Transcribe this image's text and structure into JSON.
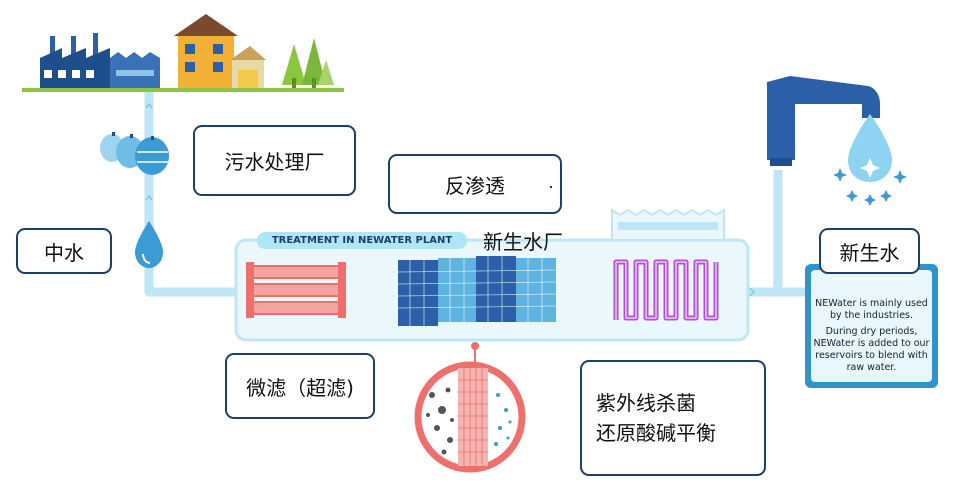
{
  "labels": {
    "sewage_plant": "污水处理厂",
    "reverse_osmosis": "反渗透",
    "reclaimed_water": "中水",
    "microfiltration": "微滤（超滤)",
    "uv_line1": "紫外线杀菌",
    "uv_line2": "还原酸碱平衡",
    "newater": "新生水",
    "newater_plant": "新生水厂"
  },
  "banner": "TREATMENT IN NEWATER PLANT",
  "info": {
    "para1": "NEWater is mainly used by the industries.",
    "para2": "During dry periods, NEWater is added to our reservoirs to blend with raw water."
  },
  "colors": {
    "pipe": "#bfe6f6",
    "pipe_arrow": "#7fcbe8",
    "box_border": "#1d3f6e",
    "navy": "#1f4e8c",
    "plant_bg": "#eaf7fc",
    "microfilter": "#ef6f6c",
    "uv": "#b44fd6",
    "info_frame": "#2e94c9",
    "drop": "#3a9bd5",
    "faucet": "#2b5fa8",
    "tree": "#8cc63f",
    "house": "#f2b134"
  }
}
